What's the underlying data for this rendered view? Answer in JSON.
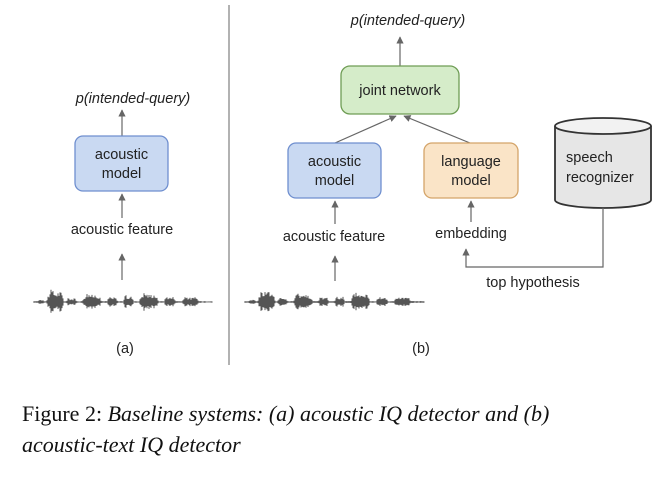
{
  "panel_a": {
    "output_label": "p(intended-query)",
    "model_box": [
      "acoustic",
      "model"
    ],
    "input_label": "acoustic feature",
    "caption": "(a)"
  },
  "panel_b": {
    "output_label": "p(intended-query)",
    "joint_box": "joint network",
    "acoustic_box": [
      "acoustic",
      "model"
    ],
    "language_box": [
      "language",
      "model"
    ],
    "recognizer": [
      "speech",
      "recognizer"
    ],
    "acoustic_input_label": "acoustic feature",
    "embedding_label": "embedding",
    "top_hypothesis_label": "top hypothesis",
    "caption": "(b)"
  },
  "figure_caption": {
    "prefix": "Figure 2:",
    "body_line1": "Baseline systems: (a) acoustic IQ detector and (b)",
    "body_line2": "acoustic-text IQ detector"
  },
  "colors": {
    "acoustic_fill": "#c9d9f2",
    "acoustic_stroke": "#6f8fcf",
    "joint_fill": "#d5ecc9",
    "joint_stroke": "#6f9d55",
    "language_fill": "#fae4c7",
    "language_stroke": "#d4a469",
    "recognizer_fill": "#e6e6e6",
    "recognizer_stroke": "#333333",
    "arrow": "#666666",
    "divider": "#888888"
  }
}
